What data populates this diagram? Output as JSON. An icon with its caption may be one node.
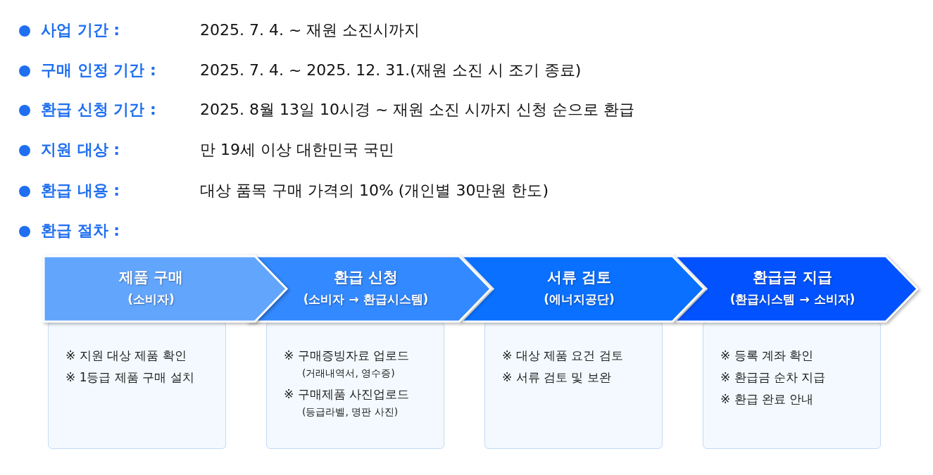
{
  "diagram": {
    "nodes": [
      {
        "text": [
          "제품 구매",
          "(소비자)"
        ]
      },
      {
        "text": [
          "※  지원 대상 제품 확인",
          "※  1등급 제품 구매 설치"
        ]
      },
      {
        "text": [
          "환급 신청",
          "(소비자 → 환급시스템)"
        ]
      },
      {
        "text": [
          "※  구매증빙자료 업로드",
          "(거래내역서, 영수증)",
          "※  구매제품 사진업로드",
          "(등급라벨, 명판 사진)"
        ]
      },
      {
        "text": [
          "서류 검토",
          "(에너지공단)"
        ]
      },
      {
        "text": [
          "※  대상 제품 요건 검토",
          "※  서류 검토 및 보완"
        ]
      },
      {
        "text": [
          "환급금 지급",
          "(환급시스템 → 소비자)"
        ]
      },
      {
        "text": [
          "※  등록 계좌 확인",
          "※  환급금 순차 지급",
          "※  환급 완료 안내"
        ]
      }
    ],
    "labels": [
      "사업 기간 :",
      "2025. 7. 4. ~ 재원 소진시까지",
      "구매 인정 기간 :",
      "2025. 7. 4. ~ 2025. 12. 31.(재원 소진 시 조기 종료)",
      "환급 신청 기간 :",
      "2025. 8월 13일 10시경 ~ 재원 소진 시까지 신청 순으로 환급",
      "지원 대상 :",
      "만 19세 이상 대한민국 국민",
      "환급 내용 :",
      "대상 품목 구매 가격의 10% (개인별 30만원 한도)",
      "환급 절차 :"
    ]
  }
}
